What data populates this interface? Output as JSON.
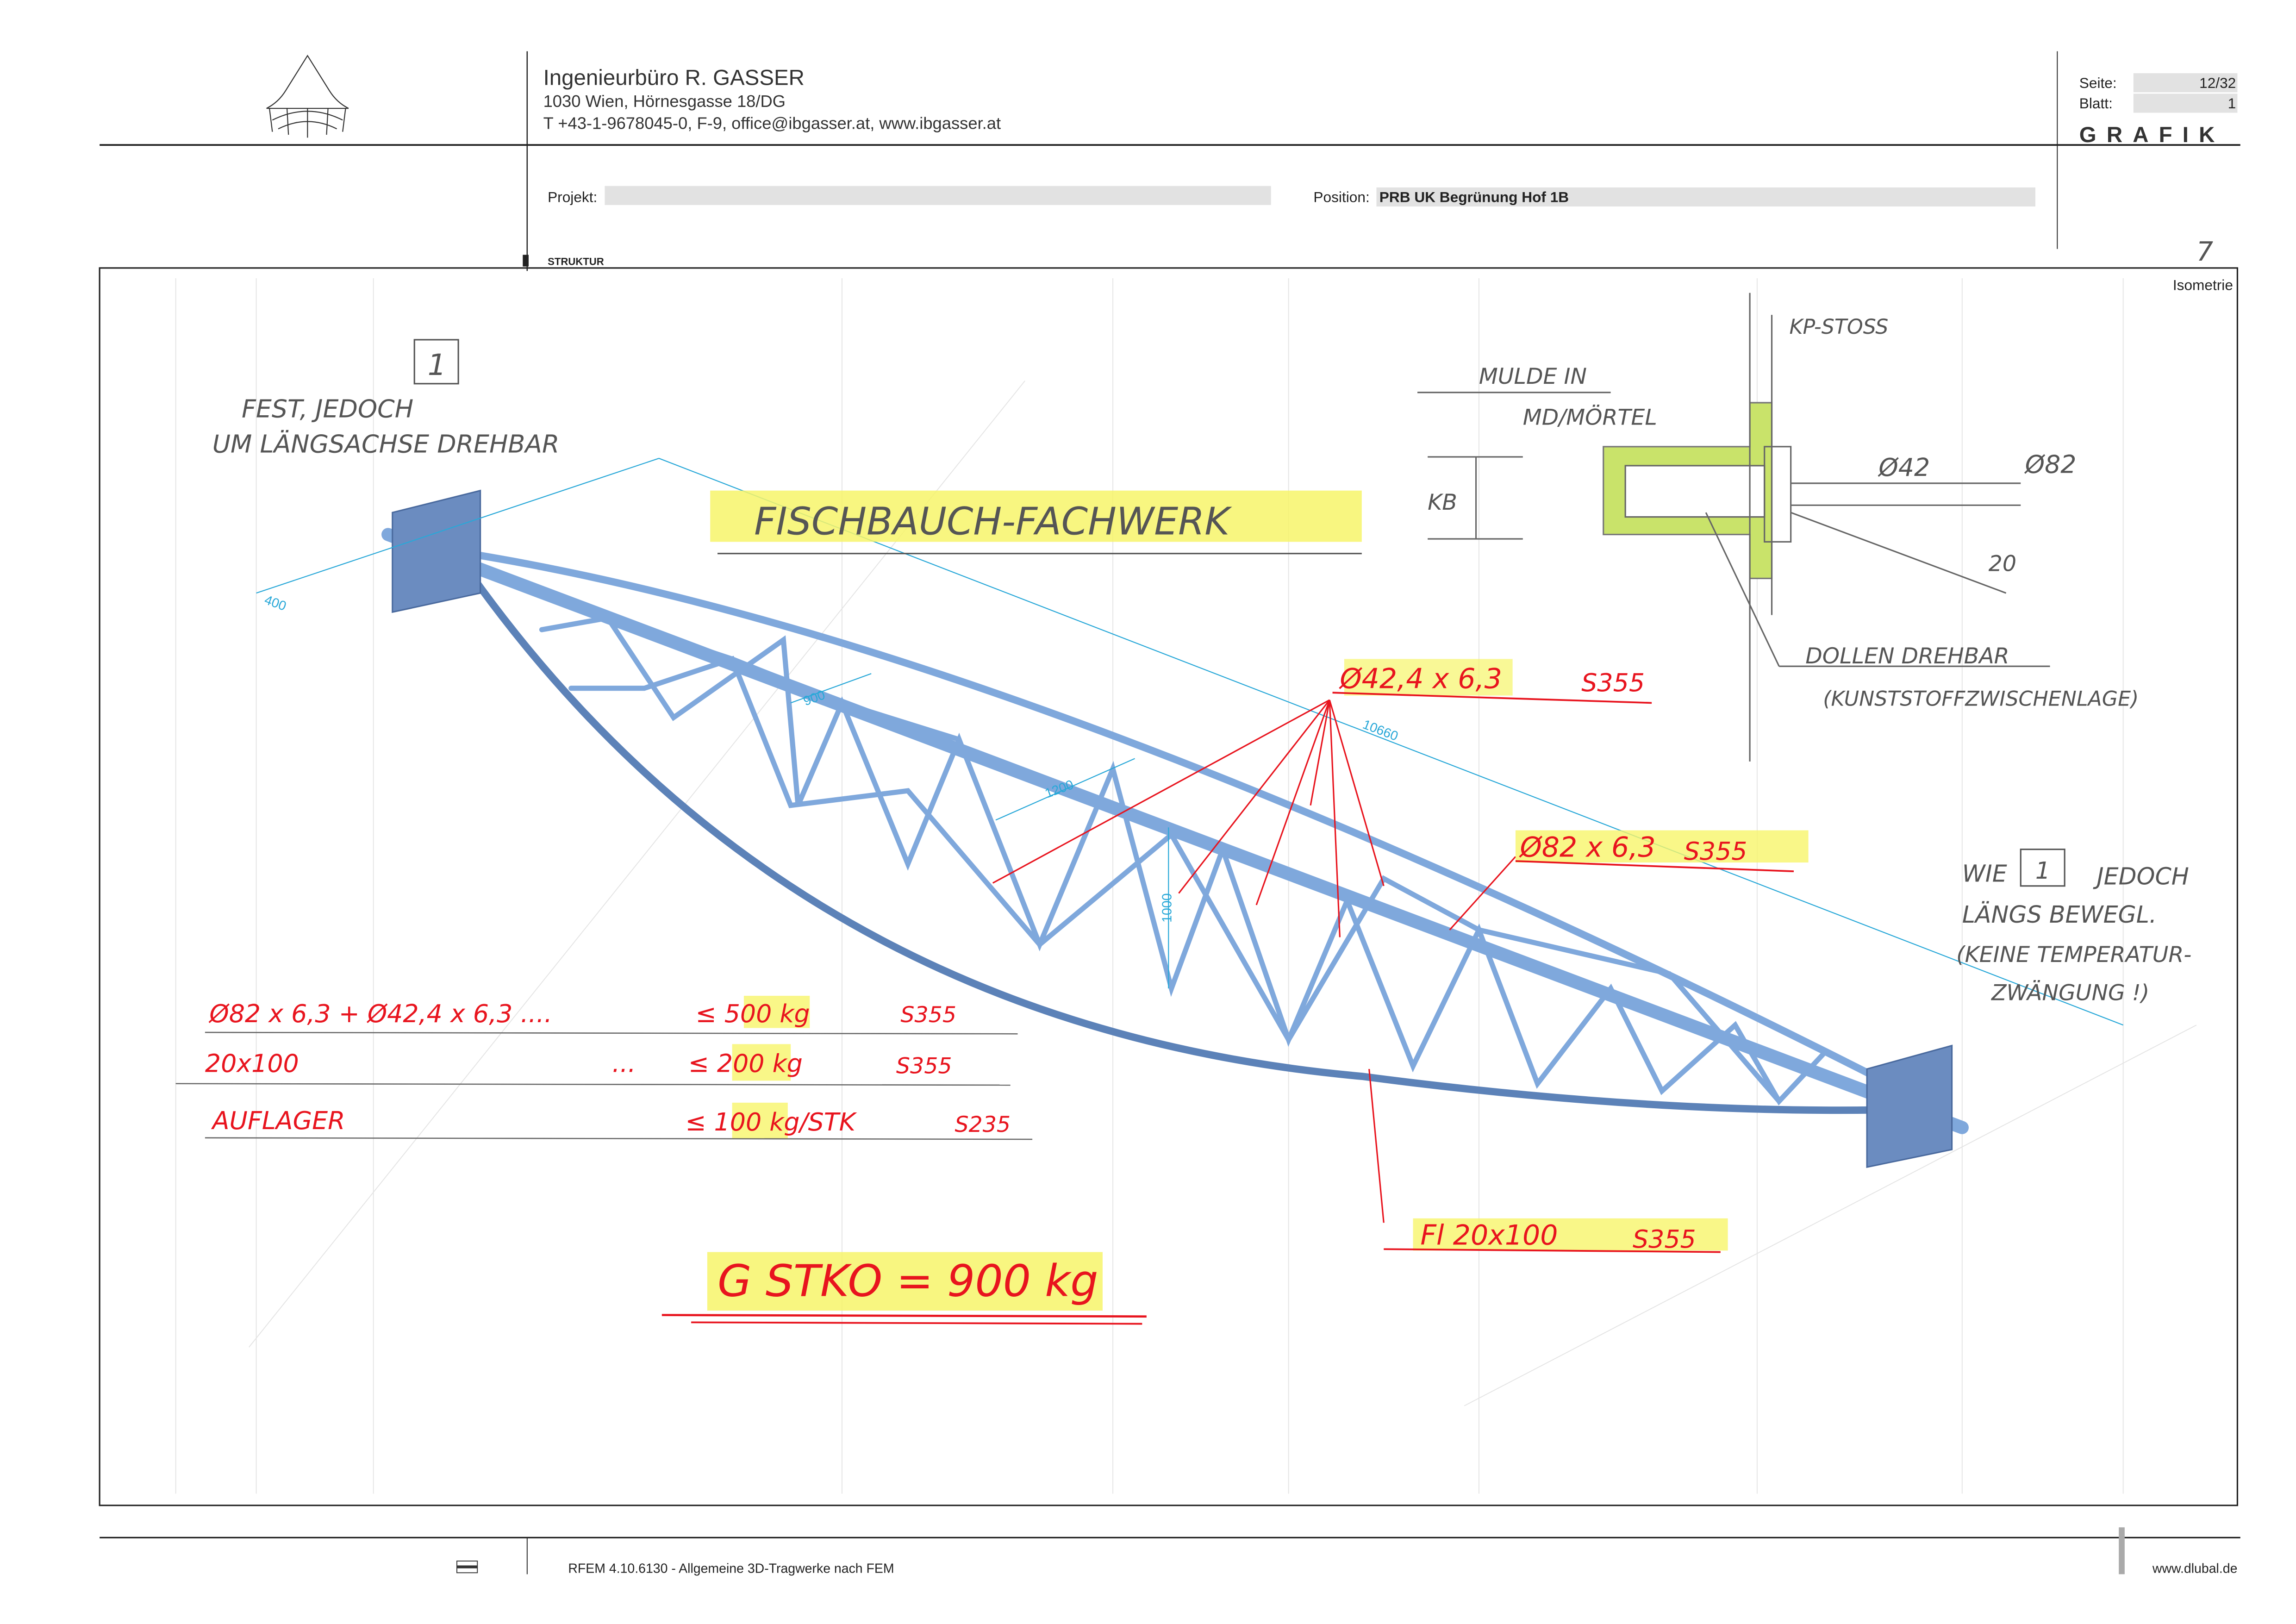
{
  "header": {
    "company": "Ingenieurbüro R. GASSER",
    "address": "1030 Wien, Hörnesgasse 18/DG",
    "contact": "T +43-1-9678045-0,  F-9,  office@ibgasser.at,  www.ibgasser.at",
    "page_label": "Seite:",
    "page_value": "12/32",
    "sheet_label": "Blatt:",
    "sheet_value": "1",
    "section": "GRAFIK",
    "project_label": "Projekt:",
    "project_value": "",
    "position_label": "Position:",
    "position_value": "PRB UK Begrünung Hof 1B",
    "structure_label": "STRUKTUR",
    "page_mark": "7"
  },
  "drawing": {
    "view_label": "Isometrie",
    "dimensions": {
      "d400": "400",
      "d900": "900",
      "d1200": "1200",
      "d1000": "1000",
      "d10660": "10660"
    },
    "notes": {
      "support1_num": "1",
      "support1_line1": "FEST, JEDOCH",
      "support1_line2": "UM LÄNGSACHSE DREHBAR",
      "title": "FISCHBAUCH-FACHWERK",
      "member_small": "Ø42,4 x 6,3",
      "member_small_grade": "S355",
      "member_large": "Ø82 x 6,3",
      "member_large_grade": "S355",
      "member_flat": "Fl 20x100",
      "member_flat_grade": "S355",
      "detail_mulde1": "MULDE IN",
      "detail_mulde2": "MD/MÖRTEL",
      "detail_kp": "KP-STOSS",
      "detail_kb": "KB",
      "detail_d42": "Ø42",
      "detail_d82": "Ø82",
      "detail_20": "20",
      "detail_dollen": "DOLLEN DREHBAR",
      "detail_kunststoff": "(KUNSTSTOFFZWISCHENLAGE)",
      "support2_line1": "WIE",
      "support2_num": "1",
      "support2_line1b": "JEDOCH",
      "support2_line2": "LÄNGS BEWEGL.",
      "support2_line3": "(KEINE TEMPERATUR-",
      "support2_line4": "ZWÄNGUNG !)"
    },
    "weights": [
      {
        "item": "Ø82 x 6,3 + Ø42,4 x 6,3 ....",
        "limit": "≤ 500 kg",
        "grade": "S355"
      },
      {
        "item": "20x100",
        "dots": "...",
        "limit": "≤ 200 kg",
        "grade": "S355"
      },
      {
        "item": "AUFLAGER",
        "limit": "≤ 100 kg/STK",
        "grade": "S235"
      }
    ],
    "total": "G STKO = 900 kg"
  },
  "footer": {
    "software": "RFEM 4.10.6130 - Allgemeine 3D-Tragwerke nach FEM",
    "website": "www.dlubal.de"
  },
  "colors": {
    "truss": "#7fa8dc",
    "annotation": "#e8141e",
    "highlight": "#f7f56a",
    "dimension": "#29a8d8"
  }
}
